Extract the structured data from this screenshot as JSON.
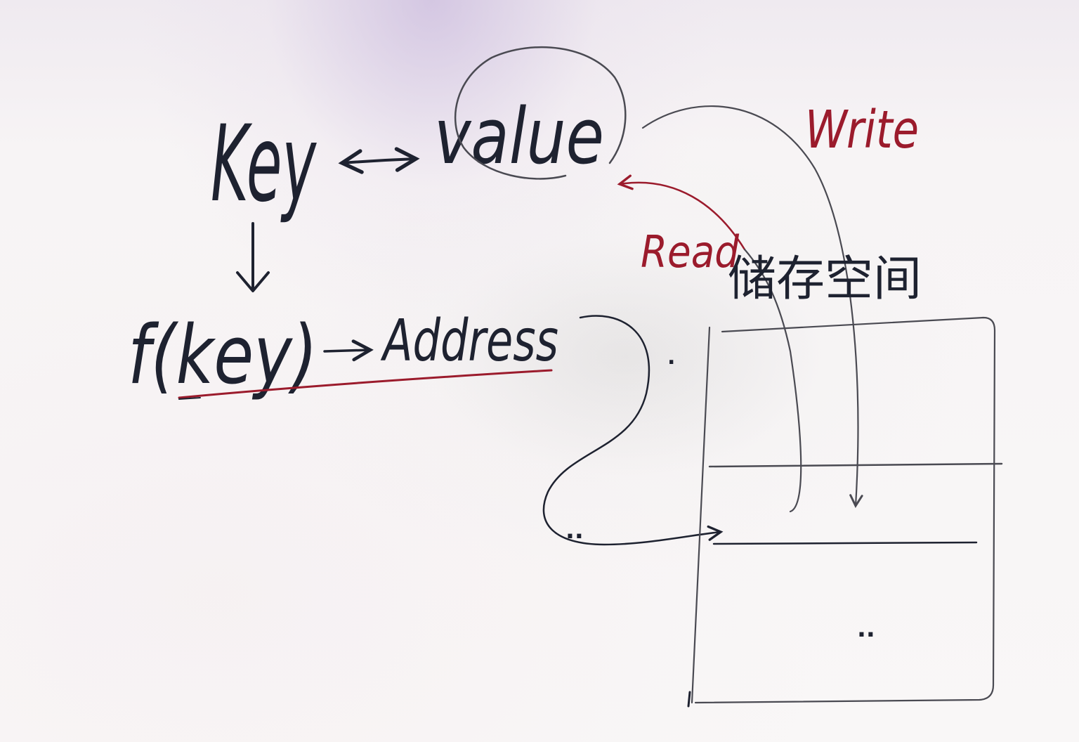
{
  "labels": {
    "key": "Key",
    "value": "value",
    "fkey": "f(key)",
    "address": "Address",
    "read": "Read",
    "write": "Write",
    "storage": "储存空间",
    "dots_left": "..",
    "dots_right": ".."
  },
  "colors": {
    "ink": "#1e2230",
    "red": "#9b1b2c",
    "grey": "#4a4a52"
  }
}
